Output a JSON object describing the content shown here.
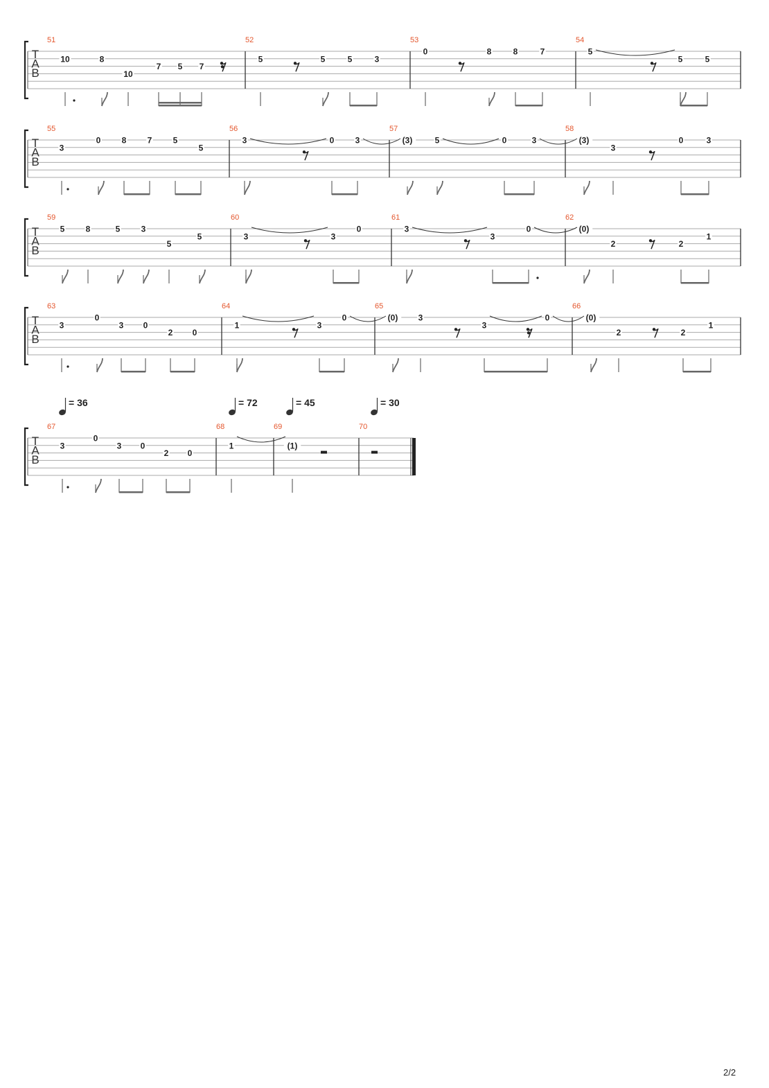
{
  "page_number": "2/2",
  "clef_letters": [
    "T",
    "A",
    "B"
  ],
  "tempo_marks": [
    {
      "label": "= 36"
    },
    {
      "label": "= 72"
    },
    {
      "label": "= 45"
    },
    {
      "label": "= 30"
    }
  ],
  "systems": [
    {
      "measures": [
        {
          "number": "51",
          "notes": [
            {
              "fret": "10",
              "string": 2
            },
            {
              "fret": "8",
              "string": 2
            },
            {
              "fret": "10",
              "string": 4
            },
            {
              "fret": "7",
              "string": 3
            },
            {
              "fret": "5",
              "string": 3
            },
            {
              "fret": "7",
              "string": 3
            }
          ]
        },
        {
          "number": "52",
          "notes": [
            {
              "fret": "5",
              "string": 2
            },
            {
              "fret": "5",
              "string": 2
            },
            {
              "fret": "5",
              "string": 2
            },
            {
              "fret": "3",
              "string": 2
            }
          ]
        },
        {
          "number": "53",
          "notes": [
            {
              "fret": "0",
              "string": 1
            },
            {
              "fret": "8",
              "string": 1
            },
            {
              "fret": "8",
              "string": 1
            },
            {
              "fret": "7",
              "string": 1
            }
          ]
        },
        {
          "number": "54",
          "notes": [
            {
              "fret": "5",
              "string": 1
            },
            {
              "fret": "5",
              "string": 2
            },
            {
              "fret": "5",
              "string": 2
            }
          ]
        }
      ]
    },
    {
      "measures": [
        {
          "number": "55",
          "notes": [
            {
              "fret": "3",
              "string": 2
            },
            {
              "fret": "0",
              "string": 1
            },
            {
              "fret": "8",
              "string": 1
            },
            {
              "fret": "7",
              "string": 1
            },
            {
              "fret": "5",
              "string": 1
            },
            {
              "fret": "5",
              "string": 2
            }
          ]
        },
        {
          "number": "56",
          "notes": [
            {
              "fret": "3",
              "string": 1
            },
            {
              "fret": "0",
              "string": 1
            },
            {
              "fret": "3",
              "string": 1
            }
          ]
        },
        {
          "number": "57",
          "notes": [
            {
              "fret": "(3)",
              "string": 1
            },
            {
              "fret": "5",
              "string": 1
            },
            {
              "fret": "0",
              "string": 1
            },
            {
              "fret": "3",
              "string": 1
            }
          ]
        },
        {
          "number": "58",
          "notes": [
            {
              "fret": "(3)",
              "string": 1
            },
            {
              "fret": "3",
              "string": 2
            },
            {
              "fret": "0",
              "string": 1
            },
            {
              "fret": "3",
              "string": 1
            }
          ]
        }
      ]
    },
    {
      "measures": [
        {
          "number": "59",
          "notes": [
            {
              "fret": "5",
              "string": 1
            },
            {
              "fret": "8",
              "string": 1
            },
            {
              "fret": "5",
              "string": 1
            },
            {
              "fret": "3",
              "string": 1
            },
            {
              "fret": "5",
              "string": 3
            },
            {
              "fret": "5",
              "string": 2
            }
          ]
        },
        {
          "number": "60",
          "notes": [
            {
              "fret": "3",
              "string": 2
            },
            {
              "fret": "3",
              "string": 2
            },
            {
              "fret": "0",
              "string": 1
            }
          ]
        },
        {
          "number": "61",
          "notes": [
            {
              "fret": "3",
              "string": 1
            },
            {
              "fret": "3",
              "string": 2
            },
            {
              "fret": "0",
              "string": 1
            }
          ]
        },
        {
          "number": "62",
          "notes": [
            {
              "fret": "(0)",
              "string": 1
            },
            {
              "fret": "2",
              "string": 3
            },
            {
              "fret": "2",
              "string": 3
            },
            {
              "fret": "1",
              "string": 2
            }
          ]
        }
      ]
    },
    {
      "measures": [
        {
          "number": "63",
          "notes": [
            {
              "fret": "3",
              "string": 2
            },
            {
              "fret": "0",
              "string": 1
            },
            {
              "fret": "3",
              "string": 2
            },
            {
              "fret": "0",
              "string": 2
            },
            {
              "fret": "2",
              "string": 3
            },
            {
              "fret": "0",
              "string": 3
            }
          ]
        },
        {
          "number": "64",
          "notes": [
            {
              "fret": "1",
              "string": 2
            },
            {
              "fret": "3",
              "string": 2
            },
            {
              "fret": "0",
              "string": 1
            }
          ]
        },
        {
          "number": "65",
          "notes": [
            {
              "fret": "(0)",
              "string": 1
            },
            {
              "fret": "3",
              "string": 1
            },
            {
              "fret": "3",
              "string": 2
            },
            {
              "fret": "0",
              "string": 1
            }
          ]
        },
        {
          "number": "66",
          "notes": [
            {
              "fret": "(0)",
              "string": 1
            },
            {
              "fret": "2",
              "string": 3
            },
            {
              "fret": "2",
              "string": 3
            },
            {
              "fret": "1",
              "string": 2
            }
          ]
        }
      ]
    },
    {
      "measures": [
        {
          "number": "67",
          "notes": [
            {
              "fret": "3",
              "string": 2
            },
            {
              "fret": "0",
              "string": 1
            },
            {
              "fret": "3",
              "string": 2
            },
            {
              "fret": "0",
              "string": 2
            },
            {
              "fret": "2",
              "string": 3
            },
            {
              "fret": "0",
              "string": 3
            }
          ]
        },
        {
          "number": "68",
          "notes": [
            {
              "fret": "1",
              "string": 2
            }
          ]
        },
        {
          "number": "69",
          "notes": [
            {
              "fret": "(1)",
              "string": 2
            }
          ]
        },
        {
          "number": "70",
          "notes": []
        }
      ]
    }
  ]
}
